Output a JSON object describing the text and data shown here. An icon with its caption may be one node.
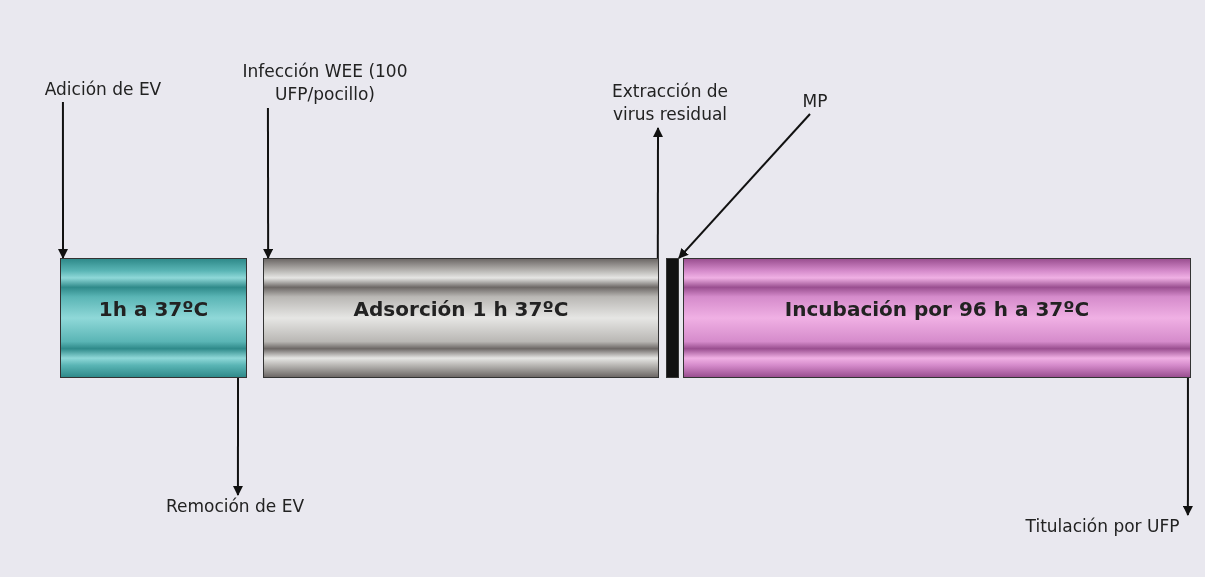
{
  "diagram": {
    "nodes": [
      {
        "text": [
          "Adición de EV"
        ]
      },
      {
        "text": [
          "Infección WEE (100 UFP/pocillo)"
        ]
      },
      {
        "text": [
          "Extracción de virus residual"
        ]
      },
      {
        "text": [
          "MP"
        ]
      },
      {
        "text": [
          "1h a 37ºC"
        ]
      },
      {
        "text": [
          "Adsorción 1 h 37ºC"
        ]
      },
      {
        "text": [],
        "shape": "bar"
      },
      {
        "text": [
          "Incubación por 96 h a 37ºC"
        ]
      },
      {
        "text": [
          "Remoción de EV"
        ]
      },
      {
        "text": [
          "Titulación por UFP"
        ]
      }
    ],
    "edges": [
      {
        "from": 0,
        "to": 4,
        "arrow": "to"
      },
      {
        "from": 1,
        "to": 5,
        "arrow": "to"
      },
      {
        "from": 5,
        "to": 2,
        "arrow": "to"
      },
      {
        "from": 3,
        "to": 6,
        "arrow": "to"
      },
      {
        "from": 4,
        "to": 8,
        "arrow": "to"
      },
      {
        "from": 7,
        "to": 9,
        "arrow": "to"
      }
    ]
  }
}
